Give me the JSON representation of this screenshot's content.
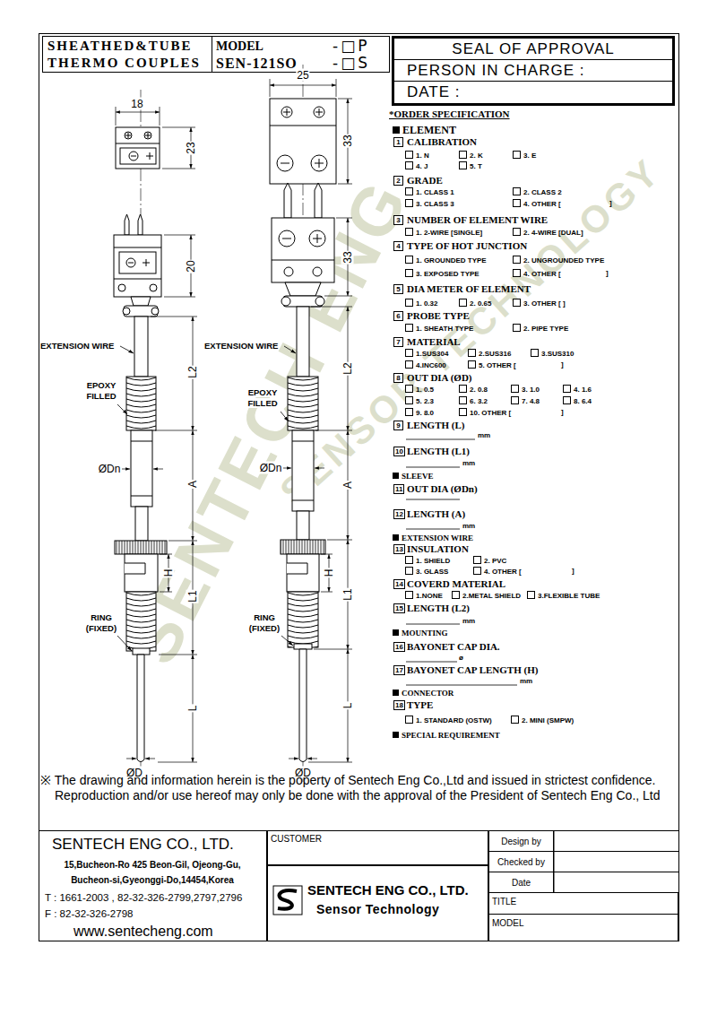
{
  "diagram": {
    "nodes": [
      {
        "text": [
          "SHEATHED&TUBE THERMO COUPLES"
        ]
      },
      {
        "text": [
          "MODEL",
          "SEN-121SO",
          "-□P",
          "-□S"
        ]
      },
      {
        "text": [
          "SEAL OF APPROVAL",
          "PERSON IN CHARGE :",
          "DATE :"
        ]
      },
      {
        "text": [
          "SENTECH ENG CO., LTD.",
          "15,Bucheon-Ro 425 Beon-Gil, Ojeong-Gu, Bucheon-si,Gyeonggi-Do,14454,Korea",
          "T : 1661-2003 , 82-32-326-2799,2797,2796",
          "F : 82-32-326-2798",
          "www.sentecheng.com"
        ]
      },
      {
        "text": [
          "CUSTOMER"
        ]
      },
      {
        "text": [
          "SENTECH ENG CO., LTD.",
          "Sensor Technology"
        ]
      },
      {
        "text": [
          "Design by"
        ]
      },
      {
        "text": [
          "Checked by"
        ]
      },
      {
        "text": [
          "Date"
        ]
      },
      {
        "text": [
          "TITLE"
        ]
      },
      {
        "text": [
          "MODEL"
        ]
      }
    ],
    "labels": [
      "18",
      "23",
      "20",
      "EXTENSION WIRE",
      "L2",
      "EPOXY FILLED",
      "ØDn",
      "A",
      "H",
      "L1",
      "RING (FIXED)",
      "L",
      "ØD",
      "25",
      "33",
      "33",
      "EXTENSION WIRE",
      "L2",
      "EPOXY FILLED",
      "ØDn",
      "A",
      "H",
      "L1",
      "RING (FIXED)",
      "L",
      "ØD",
      "*ORDER SPECIFICATION",
      "ELEMENT",
      "1",
      "CALIBRATION",
      "1. N",
      "2. K",
      "3. E",
      "4. J",
      "5. T",
      "2",
      "GRADE",
      "1. CLASS 1",
      "2. CLASS 2",
      "3. CLASS 3",
      "4. OTHER [",
      "]",
      "3",
      "NUMBER OF ELEMENT WIRE",
      "1. 2-WIRE [SINGLE]",
      "2. 4-WIRE [DUAL]",
      "4",
      "TYPE OF HOT JUNCTION",
      "1. GROUNDED TYPE",
      "2. UNGROUNDED TYPE",
      "3. EXPOSED TYPE",
      "4. OTHER [",
      "]",
      "5",
      "DIA METER OF ELEMENT",
      "1. 0.32",
      "2. 0.65",
      "3. OTHER [ ]",
      "6",
      "PROBE TYPE",
      "1. SHEATH TYPE",
      "2. PIPE TYPE",
      "7",
      "MATERIAL",
      "1.SUS304",
      "2.SUS316",
      "3.SUS310",
      "4.INC600",
      "5. OTHER [",
      "]",
      "8",
      "OUT DIA (ØD)",
      "1. 0.5",
      "2. 0.8",
      "3. 1.0",
      "4. 1.6",
      "5. 2.3",
      "6. 3.2",
      "7. 4.8",
      "8. 6.4",
      "9. 8.0",
      "10. OTHER [",
      "]",
      "9",
      "LENGTH (L)",
      "mm",
      "10",
      "LENGTH (L1)",
      "mm",
      "SLEEVE",
      "11",
      "OUT DIA (ØDn)",
      "12",
      "LENGTH (A)",
      "mm",
      "EXTENSION WIRE",
      "13",
      "INSULATION",
      "1. SHIELD",
      "2. PVC",
      "3. GLASS",
      "4. OTHER [",
      "]",
      "14",
      "COVERD MATERIAL",
      "1.NONE",
      "2.METAL SHIELD",
      "3.FLEXIBLE TUBE",
      "15",
      "LENGTH (L2)",
      "mm",
      "MOUNTING",
      "16",
      "BAYONET CAP DIA.",
      "ø",
      "17",
      "BAYONET CAP LENGTH (H)",
      "mm",
      "CONNECTOR",
      "18",
      "TYPE",
      "1. STANDARD (OSTW)",
      "2. MINI (SMPW)",
      "SPECIAL REQUIREMENT",
      "※ The drawing and information herein is the poperty of Sentech Eng Co.,Ltd and issued in strictest confidence. Reproduction and/or use hereof may only be done with the approval of the President of Sentech Eng Co., Ltd",
      "SENTECH ENG",
      "SENSOR TECHNOLOGY"
    ]
  }
}
